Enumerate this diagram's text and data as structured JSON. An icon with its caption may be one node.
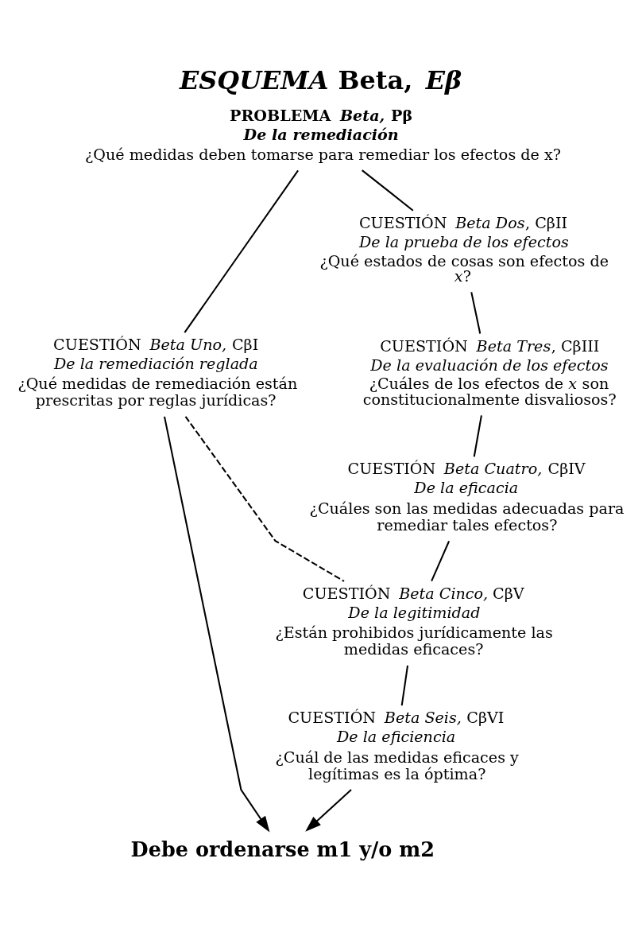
{
  "diagram": {
    "title": "*ESQUEMA* Beta, *Eβ*",
    "nodes": [
      {
        "text": [
          "PROBLEMA *Beta,* Pβ",
          "De la remediación",
          "¿Qué medidas deben tomarse para remediar los efectos de x?"
        ]
      },
      {
        "text": [
          "CUESTIÓN *Beta Uno,* CβI",
          "De la remediación reglada",
          "¿Qué medidas de remediación están prescritas por reglas jurídicas?"
        ]
      },
      {
        "text": [
          "CUESTIÓN *Beta Dos*, CβII",
          "De la prueba de los efectos",
          "¿Qué estados de cosas son efectos de *x*?"
        ]
      },
      {
        "text": [
          "CUESTIÓN *Beta Tres*, CβIII",
          "De la evaluación de los efectos",
          "¿Cuáles de los efectos de *x* son constitucionalmente disvaliosos?"
        ]
      },
      {
        "text": [
          "CUESTIÓN *Beta Cuatro,* CβIV",
          "De la eficacia",
          "¿Cuáles son las medidas adecuadas para remediar tales efectos?"
        ]
      },
      {
        "text": [
          "CUESTIÓN *Beta Cinco,* CβV",
          "De la legitimidad",
          "¿Están prohibidos jurídicamente las medidas eficaces?"
        ]
      },
      {
        "text": [
          "CUESTIÓN *Beta Seis,* CβVI",
          "De la eficiencia",
          "¿Cuál de las medidas eficaces y legítimas es la óptima?"
        ]
      },
      {
        "text": [
          "Debe ordenarse m1 y/o m2"
        ]
      }
    ],
    "edges": [
      {
        "from": 0,
        "to": 1,
        "arrow": "none"
      },
      {
        "from": 0,
        "to": 2,
        "arrow": "none"
      },
      {
        "from": 2,
        "to": 3,
        "arrow": "none"
      },
      {
        "from": 3,
        "to": 4,
        "arrow": "none"
      },
      {
        "from": 4,
        "to": 5,
        "arrow": "none"
      },
      {
        "from": 5,
        "to": 6,
        "arrow": "none"
      },
      {
        "from": 1,
        "to": 7,
        "arrow": "to"
      },
      {
        "from": 6,
        "to": 7,
        "arrow": "to"
      },
      {
        "from": 1,
        "to": 5,
        "arrow": "none",
        "style": "dashed"
      }
    ]
  }
}
